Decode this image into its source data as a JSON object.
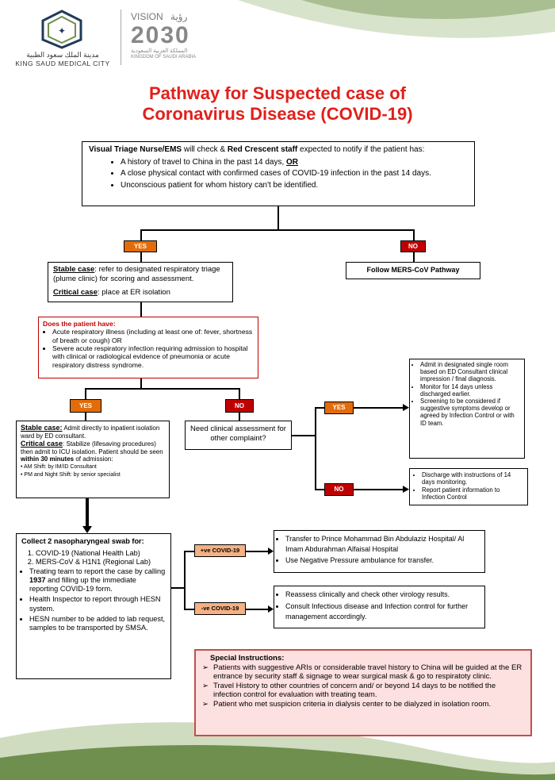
{
  "header": {
    "org_arabic": "مدينة الملك سعود الطبية",
    "org_english": "KING SAUD MEDICAL CITY",
    "vision_word": "VISION",
    "vision_arabic": "رؤية",
    "vision_year": "2030",
    "kingdom_arabic": "المملكة العربية السعودية",
    "kingdom_english": "KINGDOM OF SAUDI ARABIA"
  },
  "title": {
    "line1": "Pathway for Suspected case of",
    "line2": "Coronavirus Disease (COVID-19)"
  },
  "triage": {
    "intro_bold": "Visual Triage Nurse/EMS",
    "intro_mid": " will check & ",
    "intro_bold2": "Red Crescent staff",
    "intro_end": " expected to notify if the patient has:",
    "item1": "A history of travel to China in the past 14 days, ",
    "item1_or": "OR",
    "item2": "A close physical contact with confirmed cases of COVID-19 infection in the past 14 days.",
    "item3": "Unconscious patient for whom history can't be identified."
  },
  "tags": {
    "yes1": "YES",
    "no1": "NO",
    "yes2": "YES",
    "no2": "NO",
    "yes3": "YES",
    "no3": "NO",
    "pos": "+ve COVID-19",
    "neg": "-ve COVID-19"
  },
  "mers": "Follow MERS-CoV Pathway",
  "stable1": {
    "stable_label": "Stable case",
    "stable_text": ": refer to designated respiratory triage (plume clinic) for scoring and assessment.",
    "critical_label": "Critical case",
    "critical_text": ": place at ER isolation"
  },
  "question": {
    "heading": "Does the patient have:",
    "item1": "Acute respiratory illness (including at least one of: fever, shortness of breath or cough) OR",
    "item2": "Severe acute respiratory infection requiring admission to hospital with clinical or radiological evidence of pneumonia or acute respiratory distress syndrome."
  },
  "stable2": {
    "stable_label": "Stable case:",
    "stable_text": " Admit directly to inpatient isolation ward by ED consultant.",
    "critical_label": "Critical case",
    "critical_text": ": Stabilize (lifesaving procedures) then admit to ICU isolation. Patient should be seen ",
    "critical_bold": "within 30 minutes",
    "critical_end": " of admission:",
    "am": "AM Shift: by IM/ID Consultant",
    "pm": "PM and Night Shift: by  senior specialist"
  },
  "need_clinical": "Need clinical assessment for other complaint?",
  "admit": {
    "item1": "Admit in designated single room based on ED Consultant clinical impression / final diagnosis.",
    "item2": "Monitor for 14 days unless discharged earlier.",
    "item3": "Screening to be considered if suggestive symptoms develop or agreed by Infection Control or with ID team."
  },
  "discharge": {
    "item1": "Discharge with instructions of 14 days monitoring.",
    "item2": "Report patient information to Infection Control"
  },
  "swab": {
    "heading": "Collect 2 nasopharyngeal swab for:",
    "ol1": "COVID-19 (National Health Lab)",
    "ol2": "MERS-CoV & H1N1 (Regional Lab)",
    "b1_a": "Treating team to report the case by calling ",
    "b1_bold": "1937",
    "b1_b": " and filling up the immediate reporting COVID-19 form.",
    "b2": "Health Inspector to report through HESN system.",
    "b3": "HESN number to be added to lab request, samples to be transported by SMSA."
  },
  "positive": {
    "item1": "Transfer to Prince Mohammad Bin Abdulaziz Hospital/ Al Imam Abdurahman Alfaisal Hospital",
    "item2": "Use Negative Pressure ambulance for transfer."
  },
  "negative": {
    "item1": "Reassess clinically and check other virology results.",
    "item2": "Consult Infectious disease and Infection control for further management accordingly."
  },
  "special": {
    "heading": "Special Instructions:",
    "item1": "Patients with suggestive ARIs or considerable travel history to China will be guided at the ER entrance by security staff & signage to wear surgical mask & go to respiratoty clinic.",
    "item2": "Travel History to other countries of concern and/ or beyond 14 days to be notified the infection control for evaluation with treating team.",
    "item3": "Patient who met suspicion criteria in dialysis center to be dialyzed in isolation room."
  },
  "colors": {
    "title_red": "#e0201b",
    "yes_orange": "#e36c0a",
    "no_red": "#c00000",
    "peach": "#f4b183",
    "green": "#6f8f4e"
  }
}
